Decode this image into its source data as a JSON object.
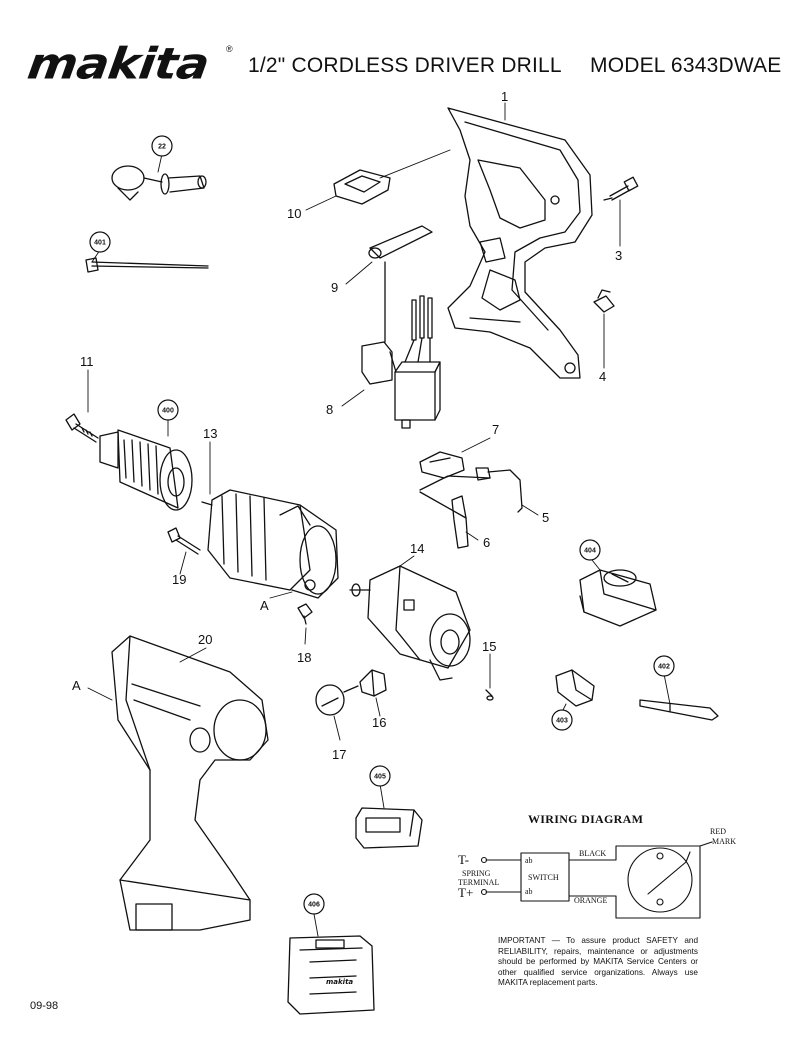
{
  "header": {
    "brand": "makita",
    "trademark": "®",
    "title": "1/2\" CORDLESS DRIVER DRILL",
    "model": "MODEL 6343DWAE"
  },
  "parts": [
    {
      "label": "1"
    },
    {
      "label": "3"
    },
    {
      "label": "4"
    },
    {
      "label": "5"
    },
    {
      "label": "6"
    },
    {
      "label": "7"
    },
    {
      "label": "8"
    },
    {
      "label": "9"
    },
    {
      "label": "10"
    },
    {
      "label": "11"
    },
    {
      "label": "13"
    },
    {
      "label": "14"
    },
    {
      "label": "15"
    },
    {
      "label": "16"
    },
    {
      "label": "17"
    },
    {
      "label": "18"
    },
    {
      "label": "19"
    },
    {
      "label": "20"
    },
    {
      "label": "A"
    },
    {
      "label": "A"
    }
  ],
  "accessories": [
    {
      "label": "22"
    },
    {
      "label": "401"
    },
    {
      "label": "400"
    },
    {
      "label": "402"
    },
    {
      "label": "403"
    },
    {
      "label": "404"
    },
    {
      "label": "405"
    },
    {
      "label": "406"
    }
  ],
  "wiring": {
    "title": "WIRING DIAGRAM",
    "red_mark": [
      "RED",
      "MARK"
    ],
    "black": "BLACK",
    "orange": "ORANGE",
    "switch": "SWITCH",
    "spring_terminal": [
      "SPRING",
      "TERMINAL"
    ],
    "t_minus": "T-",
    "t_plus": "T+",
    "term_a": "ab",
    "term_b": "ab"
  },
  "notice": "IMPORTANT — To assure product SAFETY and RELIABILITY, repairs, maintenance or adjustments should be performed by MAKITA Service Centers or other qualified service organizations. Always use MAKITA replacement parts.",
  "footer": {
    "date": "09-98"
  },
  "battery_brand": "makita"
}
